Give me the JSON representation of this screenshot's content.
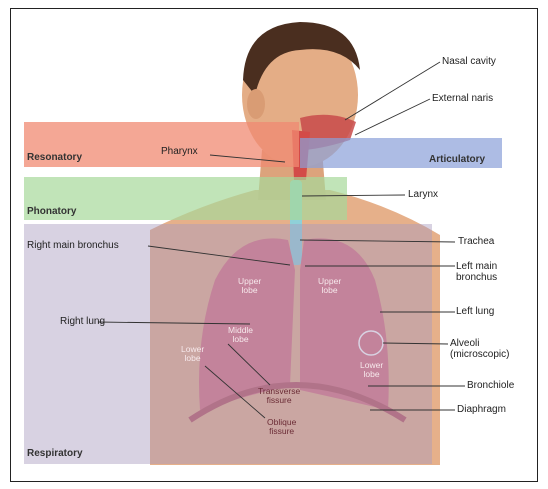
{
  "regions": {
    "resonatory": "Resonatory",
    "articulatory": "Articulatory",
    "phonatory": "Phonatory",
    "respiratory": "Respiratory"
  },
  "labels": {
    "nasal_cavity": "Nasal cavity",
    "external_naris": "External naris",
    "pharynx": "Pharynx",
    "larynx": "Larynx",
    "trachea": "Trachea",
    "right_main_bronchus": "Right main bronchus",
    "left_main_bronchus_1": "Left main",
    "left_main_bronchus_2": "bronchus",
    "right_lung": "Right lung",
    "left_lung": "Left lung",
    "alveoli_1": "Alveoli",
    "alveoli_2": "(microscopic)",
    "bronchiole": "Bronchiole",
    "diaphragm": "Diaphragm"
  },
  "organ_text": {
    "upper_lobe_r1": "Upper",
    "upper_lobe_r2": "lobe",
    "upper_lobe_l1": "Upper",
    "upper_lobe_l2": "lobe",
    "middle_lobe_1": "Middle",
    "middle_lobe_2": "lobe",
    "lower_lobe_r1": "Lower",
    "lower_lobe_r2": "lobe",
    "lower_lobe_l1": "Lower",
    "lower_lobe_l2": "lobe",
    "transverse_1": "Transverse",
    "transverse_2": "fissure",
    "oblique_1": "Oblique",
    "oblique_2": "fissure"
  },
  "colors": {
    "resonatory": "#f08a72",
    "articulatory": "#8aa0d8",
    "phonatory": "#a6d89a",
    "respiratory": "#a89cbe",
    "skin": "#e8b48c",
    "lung": "#d9707e",
    "trachea": "#8fd0d8"
  }
}
